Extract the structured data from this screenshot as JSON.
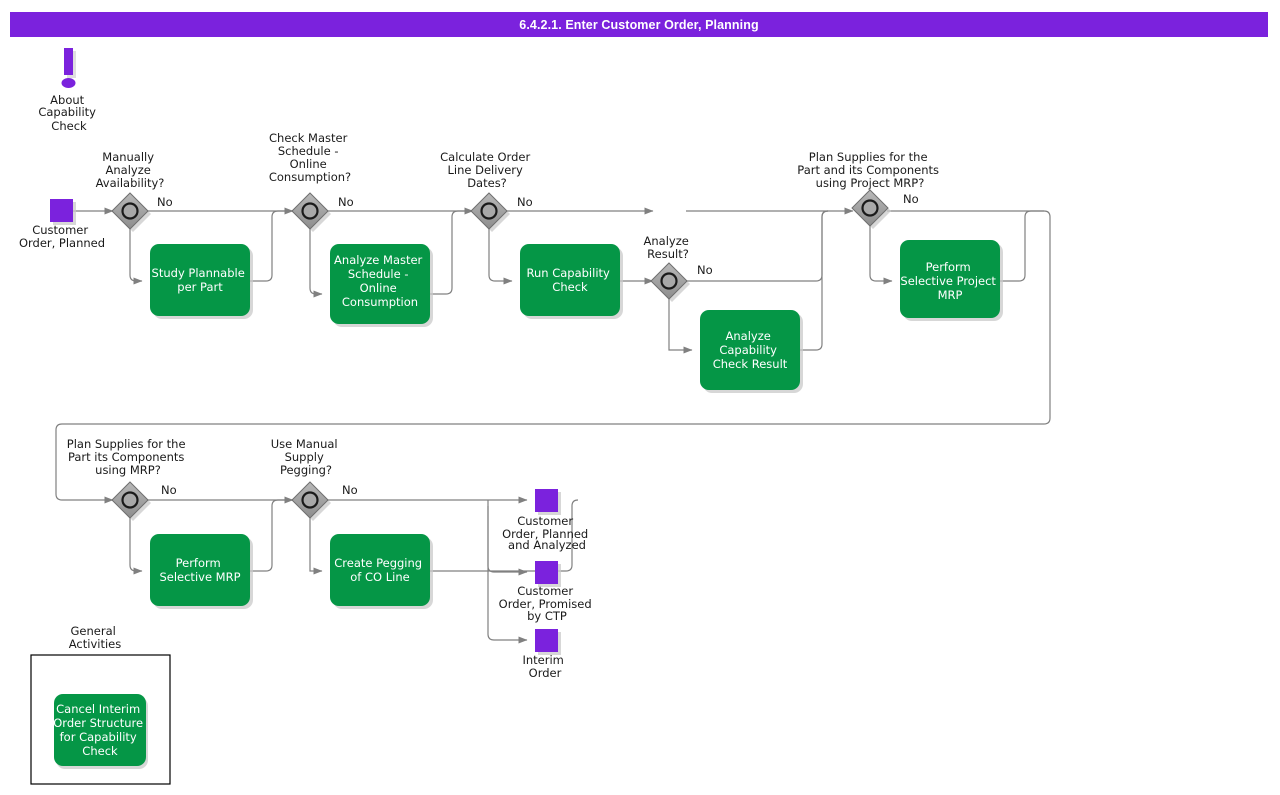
{
  "header": {
    "title": "6.4.2.1. Enter Customer Order, Planning"
  },
  "colors": {
    "title_bar": "#7B22DD",
    "event_purple": "#7B22DD",
    "activity_green": "#059646",
    "connector_gray": "#808080",
    "decision_gray": "#808080",
    "text_dark": "#1a1a1a",
    "text_light": "#ffffff"
  },
  "notes": [
    {
      "id": "about-capability-check",
      "icon": "exclamation-mark-icon",
      "label": "About\nCapability\nCheck",
      "lines": [
        "About",
        "Capability",
        "Check"
      ]
    }
  ],
  "events": [
    {
      "id": "start-customer-order-planned",
      "kind": "start",
      "lines": [
        "Customer",
        "Order, Planned"
      ]
    },
    {
      "id": "end-customer-order-planned-and-analyzed",
      "kind": "end",
      "lines": [
        "Customer",
        "Order, Planned",
        "and Analyzed"
      ]
    },
    {
      "id": "end-customer-order-promised-by-ctp",
      "kind": "end",
      "lines": [
        "Customer",
        "Order, Promised",
        "by CTP"
      ]
    },
    {
      "id": "end-interim-order",
      "kind": "end",
      "lines": [
        "Interim",
        "Order"
      ]
    }
  ],
  "decisions": [
    {
      "id": "manually-analyze-availability",
      "lines": [
        "Manually",
        "Analyze",
        "Availability?"
      ],
      "no_label": "No"
    },
    {
      "id": "check-master-schedule-online-consumption",
      "lines": [
        "Check Master",
        "Schedule -",
        "Online",
        "Consumption?"
      ],
      "no_label": "No"
    },
    {
      "id": "calculate-order-line-delivery-dates",
      "lines": [
        "Calculate Order",
        "Line Delivery",
        "Dates?"
      ],
      "no_label": "No"
    },
    {
      "id": "analyze-result",
      "lines": [
        "Analyze",
        "Result?"
      ],
      "no_label": "No"
    },
    {
      "id": "plan-supplies-project-mrp",
      "lines": [
        "Plan Supplies for the",
        "Part and its Components",
        "using Project MRP?"
      ],
      "no_label": "No"
    },
    {
      "id": "plan-supplies-mrp",
      "lines": [
        "Plan Supplies for the",
        "Part its Components",
        "using MRP?"
      ],
      "no_label": "No"
    },
    {
      "id": "use-manual-supply-pegging",
      "lines": [
        "Use Manual",
        "Supply",
        "Pegging?"
      ],
      "no_label": "No"
    }
  ],
  "activities": [
    {
      "id": "study-plannable-per-part",
      "lines": [
        "Study Plannable",
        "per Part"
      ]
    },
    {
      "id": "analyze-master-schedule-online-consumption",
      "lines": [
        "Analyze Master",
        "Schedule -",
        "Online",
        "Consumption"
      ]
    },
    {
      "id": "run-capability-check",
      "lines": [
        "Run Capability",
        "Check"
      ]
    },
    {
      "id": "analyze-capability-check-result",
      "lines": [
        "Analyze",
        "Capability",
        "Check Result"
      ]
    },
    {
      "id": "perform-selective-project-mrp",
      "lines": [
        "Perform",
        "Selective Project",
        "MRP"
      ]
    },
    {
      "id": "perform-selective-mrp",
      "lines": [
        "Perform",
        "Selective MRP"
      ]
    },
    {
      "id": "create-pegging-of-co-line",
      "lines": [
        "Create Pegging",
        "of CO Line"
      ]
    },
    {
      "id": "cancel-interim-order-structure",
      "lines": [
        "Cancel Interim",
        "Order Structure",
        "for Capability",
        "Check"
      ]
    }
  ],
  "groups": [
    {
      "id": "general-activities",
      "lines": [
        "General",
        "Activities"
      ]
    }
  ],
  "text": {
    "title": "6.4.2.1. Enter Customer Order, Planning",
    "about_l1": "About",
    "about_l2": "Capability",
    "about_l3": "Check",
    "start_l1": "Customer",
    "start_l2": "Order, Planned",
    "d1_l1": "Manually",
    "d1_l2": "Analyze",
    "d1_l3": "Availability?",
    "d1_no": "No",
    "d2_l1": "Check Master",
    "d2_l2": "Schedule -",
    "d2_l3": "Online",
    "d2_l4": "Consumption?",
    "d2_no": "No",
    "d3_l1": "Calculate Order",
    "d3_l2": "Line Delivery",
    "d3_l3": "Dates?",
    "d3_no": "No",
    "d4_l1": "Analyze",
    "d4_l2": "Result?",
    "d4_no": "No",
    "d5_l1": "Plan Supplies for the",
    "d5_l2": "Part and its Components",
    "d5_l3": "using Project MRP?",
    "d5_no": "No",
    "d6_l1": "Plan Supplies for the",
    "d6_l2": "Part its Components",
    "d6_l3": "using MRP?",
    "d6_no": "No",
    "d7_l1": "Use Manual",
    "d7_l2": "Supply",
    "d7_l3": "Pegging?",
    "d7_no": "No",
    "a1_l1": "Study Plannable",
    "a1_l2": "per Part",
    "a2_l1": "Analyze Master",
    "a2_l2": "Schedule -",
    "a2_l3": "Online",
    "a2_l4": "Consumption",
    "a3_l1": "Run Capability",
    "a3_l2": "Check",
    "a4_l1": "Analyze",
    "a4_l2": "Capability",
    "a4_l3": "Check Result",
    "a5_l1": "Perform",
    "a5_l2": "Selective Project",
    "a5_l3": "MRP",
    "a6_l1": "Perform",
    "a6_l2": "Selective MRP",
    "a7_l1": "Create Pegging",
    "a7_l2": "of CO Line",
    "a8_l1": "Cancel Interim",
    "a8_l2": "Order Structure",
    "a8_l3": "for Capability",
    "a8_l4": "Check",
    "e1_l1": "Customer",
    "e1_l2": "Order, Planned",
    "e1_l3": "and Analyzed",
    "e2_l1": "Customer",
    "e2_l2": "Order, Promised",
    "e2_l3": "by CTP",
    "e3_l1": "Interim",
    "e3_l2": "Order",
    "g1_l1": "General",
    "g1_l2": "Activities"
  }
}
